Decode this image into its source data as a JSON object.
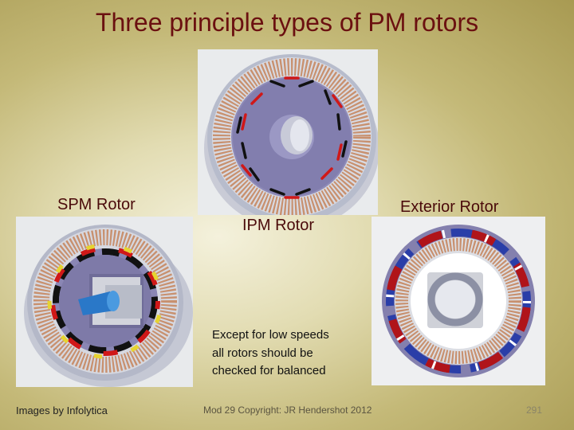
{
  "slide": {
    "title": "Three principle types of PM rotors",
    "labels": {
      "spm": "SPM Rotor",
      "ipm": "IPM Rotor",
      "exterior": "Exterior Rotor"
    },
    "note": {
      "line1": "Except for low speeds",
      "line2": "all rotors should be",
      "line3": "checked for balanced"
    },
    "footer": {
      "credit": "Images by Infolytica",
      "copyright": "Mod 29 Copyright: JR Hendershot 2012",
      "page_number": "291"
    }
  },
  "colors": {
    "title": "#6b1010",
    "magnet_red": "#d01818",
    "magnet_blue": "#2a3ea8",
    "rotor_core": "#7e7aa8",
    "stator_teeth": "#c89070"
  }
}
